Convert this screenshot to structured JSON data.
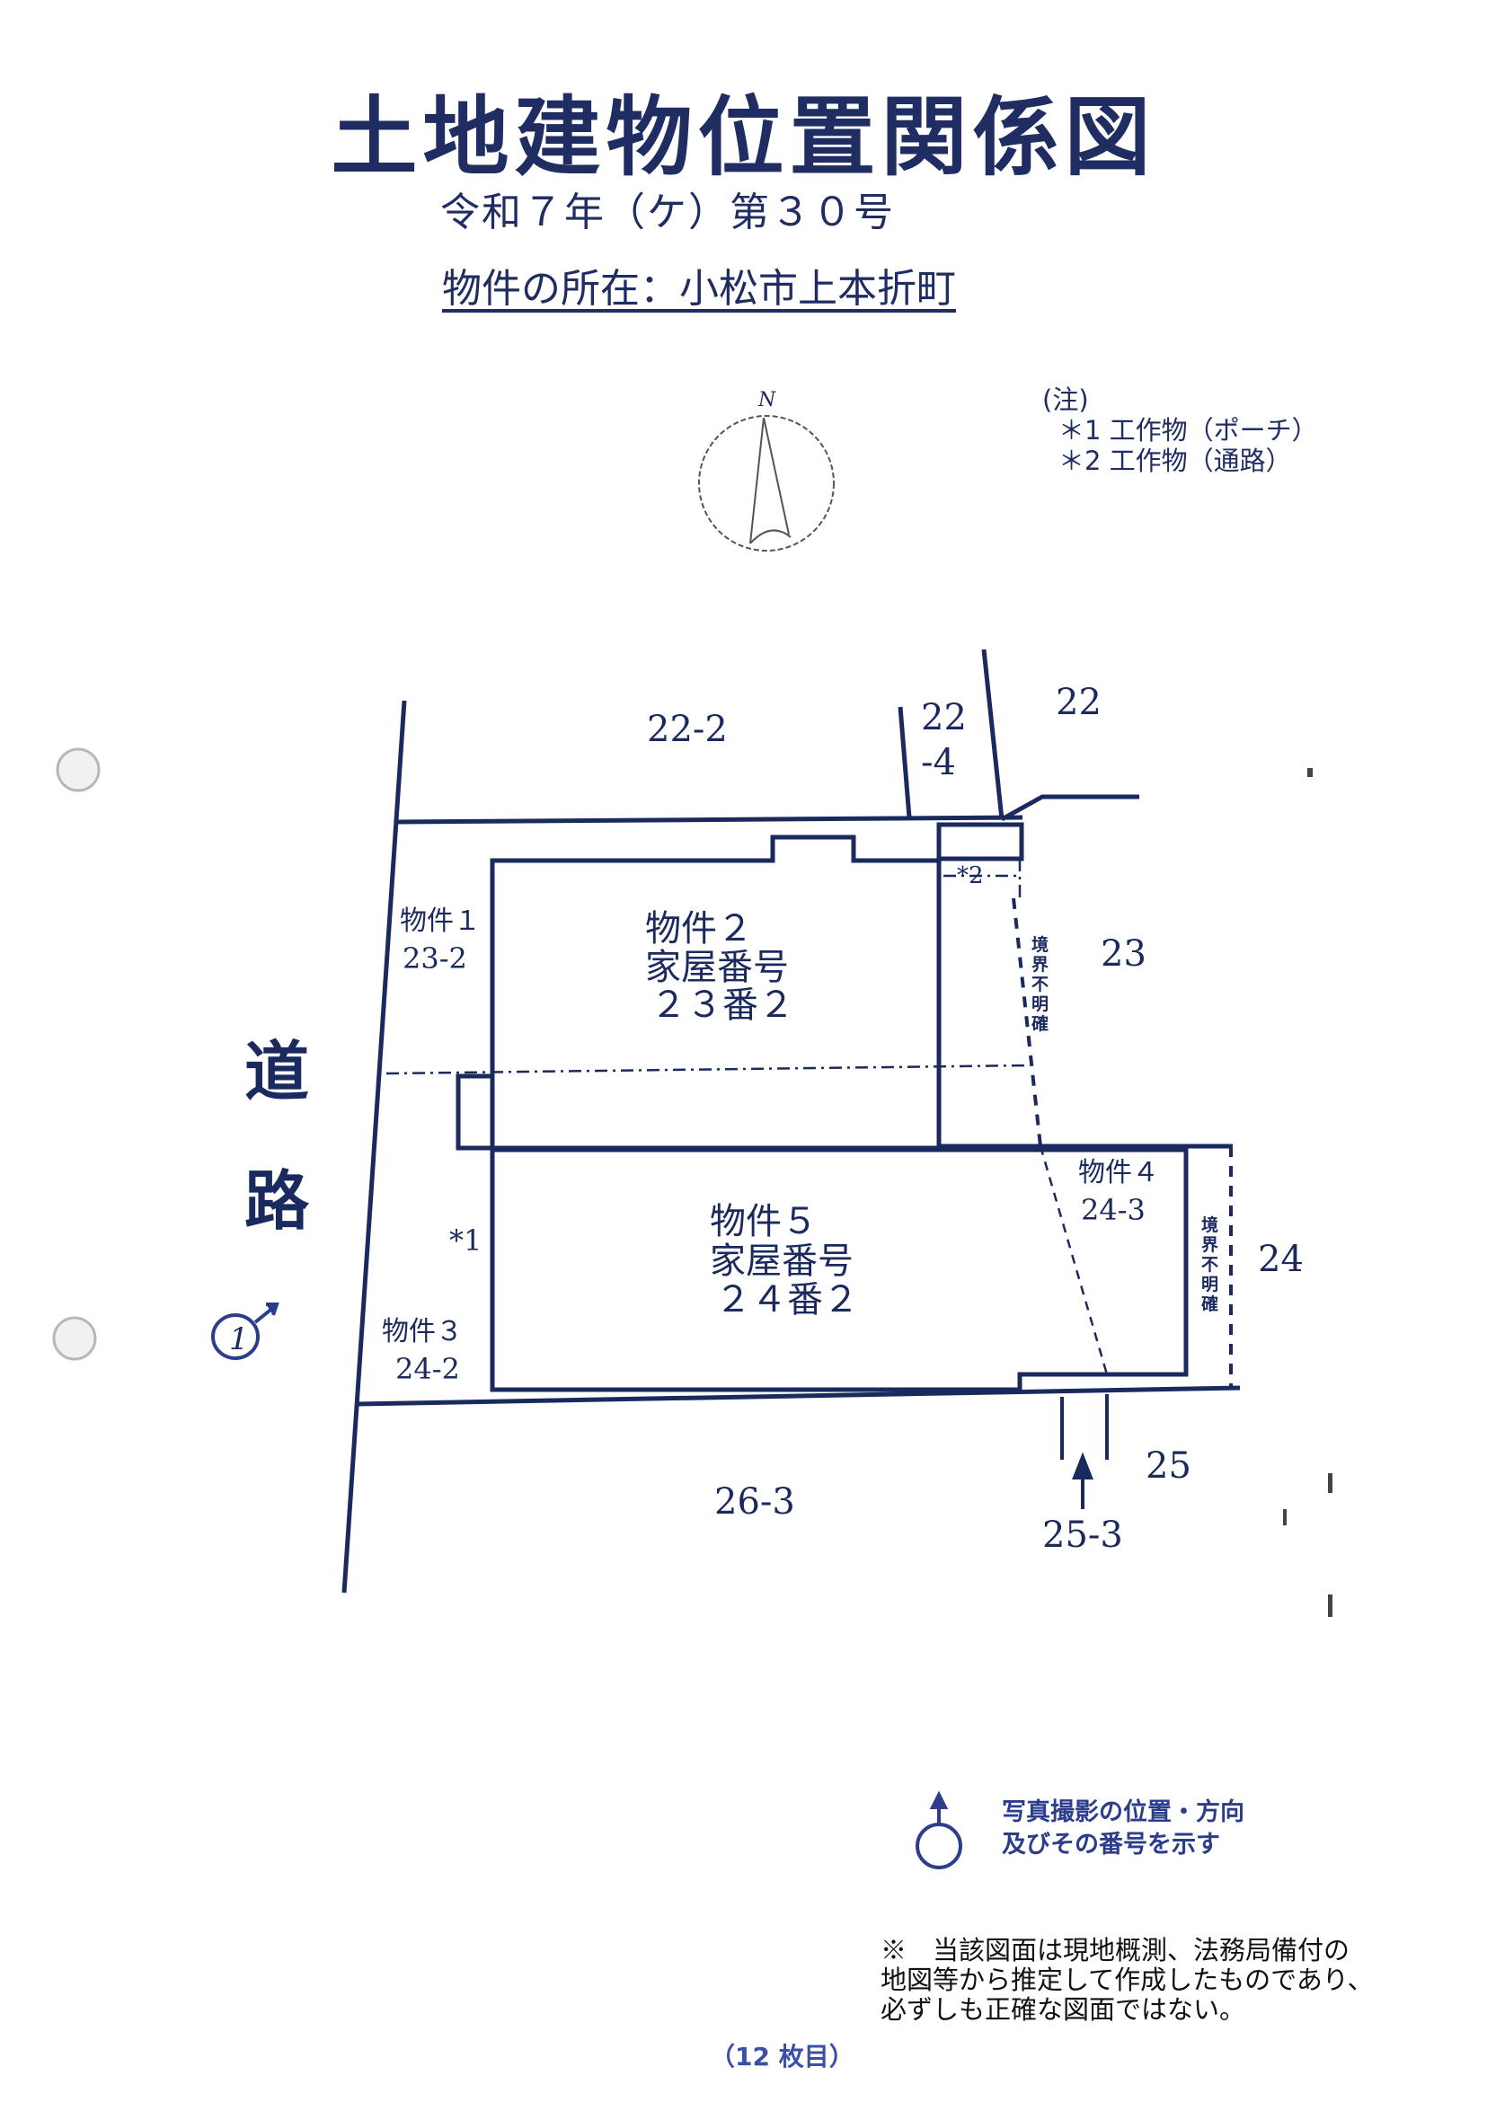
{
  "header": {
    "title": "土地建物位置関係図",
    "case_number": "令和７年（ケ）第３０号",
    "location": "物件の所在：小松市上本折町"
  },
  "compass": {
    "north_label": "N"
  },
  "notes": {
    "heading": "(注)",
    "items": [
      "＊1 工作物（ポーチ）",
      "＊2 工作物（通路）"
    ]
  },
  "road": {
    "label_1": "道",
    "label_2": "路"
  },
  "parcels": {
    "p22_2": "22-2",
    "p22_4_a": "22",
    "p22_4_b": "-4",
    "p22": "22",
    "p23": "23",
    "p24": "24",
    "p25": "25",
    "p25_3": "25-3",
    "p26_3": "26-3"
  },
  "properties": {
    "prop1": {
      "name": "物件１",
      "lot": "23-2"
    },
    "prop2": {
      "name": "物件２",
      "type": "家屋番号",
      "number": "２３番２"
    },
    "prop3": {
      "name": "物件３",
      "lot": "24-2"
    },
    "prop4": {
      "name": "物件４",
      "lot": "24-3"
    },
    "prop5": {
      "name": "物件５",
      "type": "家屋番号",
      "number": "２４番２"
    }
  },
  "markers": {
    "star1": "*1",
    "star2": "*2",
    "photo_no": "1"
  },
  "boundary_unclear": [
    "境",
    "界",
    "不",
    "明",
    "確"
  ],
  "legend": {
    "line1": "写真撮影の位置・方向",
    "line2": "及びその番号を示す"
  },
  "disclaimer": [
    "※　当該図面は現地概測、法務局備付の",
    "地図等から推定して作成したものであり、",
    "必ずしも正確な図面ではない。"
  ],
  "page_number": "（12 枚目）",
  "colors": {
    "ink": "#1b2a5e",
    "legend_blue": "#2b3d8c"
  }
}
